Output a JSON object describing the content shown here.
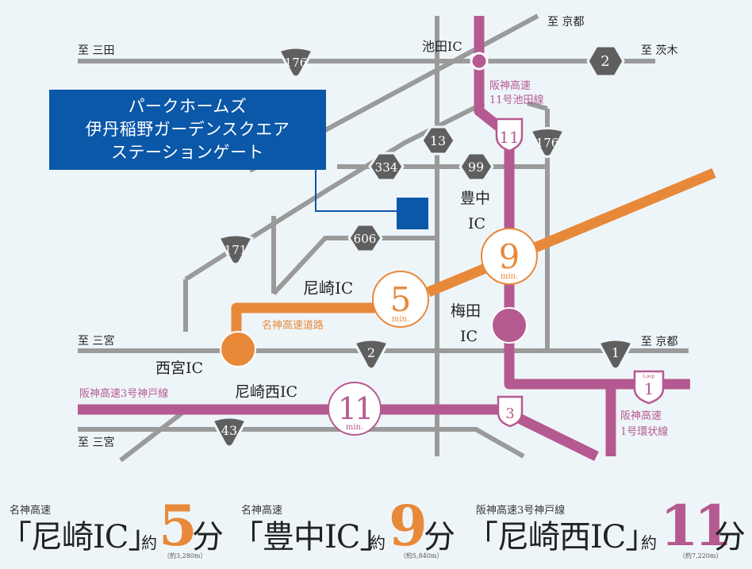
{
  "colors": {
    "background": "#eef5f9",
    "road": "#9a9a9a",
    "route_shield": "#5f5f5f",
    "meishin_orange": "#e8893a",
    "hanshin_magenta": "#b55a90",
    "property_blue": "#0b57a8"
  },
  "property": {
    "lines": [
      "パークホームズ",
      "伊丹稲野ガーデンスクエア",
      "ステーションゲート"
    ],
    "marker_icon": "property-square-icon"
  },
  "destinations": {
    "sanda": "至 三田",
    "kyoto_top": "至 京都",
    "ibaraki": "至 茨木",
    "sannomiya_upper": "至 三宮",
    "kyoto_right": "至 京都",
    "sannomiya_lower": "至 三宮"
  },
  "interchanges": {
    "ikeda": "池田IC",
    "toyonaka_1": "豊中",
    "toyonaka_2": "IC",
    "amagasaki": "尼崎IC",
    "umeda_1": "梅田",
    "umeda_2": "IC",
    "nishinomiya": "西宮IC",
    "amagasaki_nishi": "尼崎西IC"
  },
  "expressways": {
    "meishin": "名神高速道路",
    "ikeda_line_1": "阪神高速",
    "ikeda_line_2": "11号池田線",
    "kobe_line": "阪神高速3号神戸線",
    "loop_line_1": "阪神高速",
    "loop_line_2": "1号環状線"
  },
  "route_shields": {
    "r176_top": "176",
    "r2_top": "2",
    "r13": "13",
    "r176_mid": "176",
    "r334": "334",
    "r99": "99",
    "r171": "171",
    "r606": "606",
    "r2_mid": "2",
    "r1": "1",
    "r43": "43",
    "hanshin_11": "11",
    "hanshin_3": "3",
    "loop_label": "Loop",
    "loop_num": "1"
  },
  "time_badges": {
    "amagasaki": {
      "value": "5",
      "unit": "min."
    },
    "toyonaka": {
      "value": "9",
      "unit": "min."
    },
    "amagasaki_nishi": {
      "value": "11",
      "unit": "min."
    }
  },
  "footer": [
    {
      "sub": "名神高速",
      "main": "「尼崎IC」",
      "yaku": "約",
      "num": "5",
      "fun": "分",
      "dist": "（約3,280m）",
      "color": "#e8893a"
    },
    {
      "sub": "名神高速",
      "main": "「豊中IC」",
      "yaku": "約",
      "num": "9",
      "fun": "分",
      "dist": "（約5,840m）",
      "color": "#e8893a"
    },
    {
      "sub": "阪神高速3号神戸線",
      "main": "「尼崎西IC」",
      "yaku": "約",
      "num": "11",
      "fun": "分",
      "dist": "（約7,220m）",
      "color": "#b55a90"
    }
  ]
}
